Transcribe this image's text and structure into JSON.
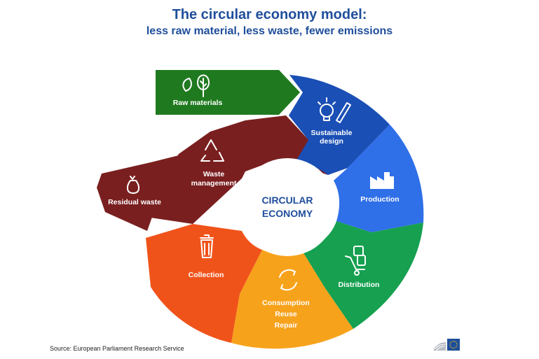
{
  "header": {
    "title": "The circular economy model:",
    "subtitle": "less raw material, less waste, fewer emissions"
  },
  "diagram": {
    "center": [
      "CIRCULAR",
      "ECONOMY"
    ],
    "stages": {
      "raw_materials": "Raw materials",
      "sustainable_design": [
        "Sustainable",
        "design"
      ],
      "production": "Production",
      "distribution": "Distribution",
      "consumption": [
        "Consumption",
        "Reuse",
        "Repair"
      ],
      "collection": "Collection",
      "waste_management": [
        "Waste",
        "management"
      ],
      "residual_waste": "Residual waste"
    },
    "colors": {
      "raw_materials": "#1f7a1f",
      "sustainable_design": "#1a4fb5",
      "production": "#2f6fe8",
      "distribution": "#16a050",
      "consumption": "#f7a21b",
      "collection": "#f0531a",
      "waste_management": "#7a1f1f",
      "title": "#1f4e9b"
    },
    "icons": [
      "leaf-tree-icon",
      "lightbulb-pencil-icon",
      "factory-icon",
      "hand-truck-icon",
      "cycle-arrows-icon",
      "trash-bin-icon",
      "recycle-icon",
      "garbage-bag-icon"
    ]
  },
  "footer": {
    "source": "Source: European Parliament Research Service"
  }
}
